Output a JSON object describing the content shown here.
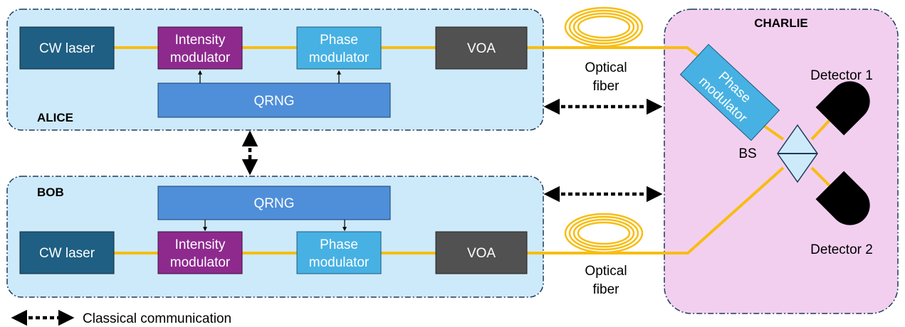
{
  "alice": {
    "title": "ALICE",
    "laser": "CW laser",
    "intensity_mod": [
      "Intensity",
      "modulator"
    ],
    "phase_mod": [
      "Phase",
      "modulator"
    ],
    "voa": "VOA",
    "qrng": "QRNG"
  },
  "bob": {
    "title": "BOB",
    "laser": "CW laser",
    "intensity_mod": [
      "Intensity",
      "modulator"
    ],
    "phase_mod": [
      "Phase",
      "modulator"
    ],
    "voa": "VOA",
    "qrng": "QRNG"
  },
  "charlie": {
    "title": "CHARLIE",
    "phase_mod": [
      "Phase",
      "modulator"
    ],
    "bs": "BS",
    "detector1": "Detector 1",
    "detector2": "Detector 2"
  },
  "fiber_top": [
    "Optical",
    "fiber"
  ],
  "fiber_bottom": [
    "Optical",
    "fiber"
  ],
  "legend": {
    "label": "Classical communication"
  },
  "colors": {
    "party_bg": "#cdeafb",
    "charlie_bg": "#f2cfef",
    "laser": "#1f5f83",
    "intensity": "#8e2a8e",
    "phase": "#47b1e3",
    "voa": "#515151",
    "qrng": "#4f8fd9",
    "fiber": "#f7bd12",
    "detector": "#000000"
  }
}
